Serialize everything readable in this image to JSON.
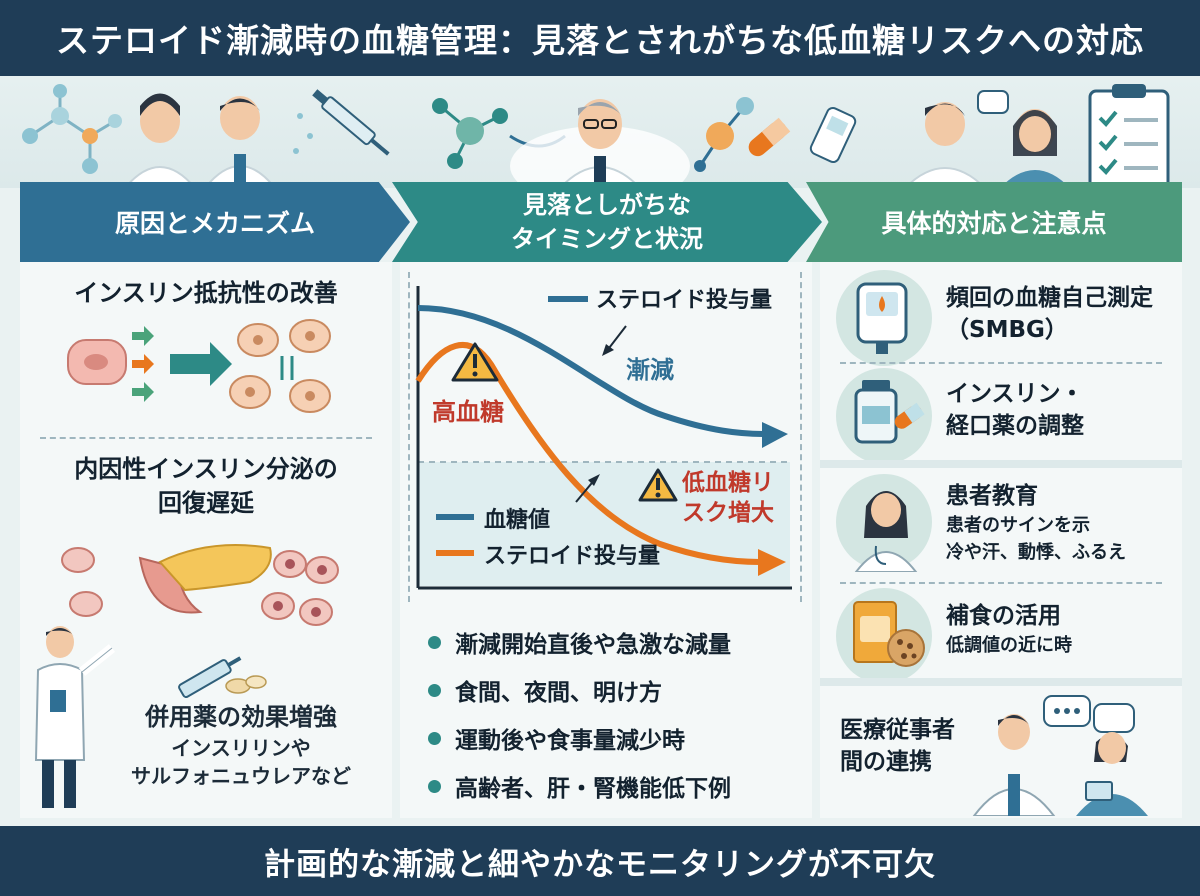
{
  "title": "ステロイド漸減時の血糖管理：見落とされがちな低血糖リスクへの対応",
  "footer": "計画的な漸減と細やかなモニタリングが不可欠",
  "columns": {
    "left": {
      "banner": "原因とメカニズム",
      "sections": [
        {
          "title": "インスリン抵抗性の改善"
        },
        {
          "title_line1": "内因性インスリン分泌の",
          "title_line2": "回復遅延"
        },
        {
          "title": "併用薬の効果増強",
          "sub_line1": "インスリリンや",
          "sub_line2": "サルフォニュウレアなど"
        }
      ]
    },
    "middle": {
      "banner_line1": "見落としがちな",
      "banner_line2": "タイミングと状況",
      "chart": {
        "legend_top": "ステロイド投与量",
        "label_taper": "漸減",
        "label_high": "高血糖",
        "label_low_line1": "低血糖リ",
        "label_low_line2": "スク増大",
        "legend_glucose": "血糖値",
        "legend_steroid": "ステロイド投与量"
      },
      "bullets": [
        "漸減開始直後や急激な減量",
        "食間、夜間、明け方",
        "運動後や食事量減少時",
        "高齢者、肝・腎機能低下例"
      ]
    },
    "right": {
      "banner": "具体的対応と注意点",
      "items": [
        {
          "title_line1": "頻回の血糖自己測定",
          "title_line2": "（SMBG）"
        },
        {
          "title_line1": "インスリン・",
          "title_line2": "経口薬の調整"
        },
        {
          "title": "患者教育",
          "sub_line1": "患者のサインを示",
          "sub_line2": "冷や汗、動悸、ふるえ"
        },
        {
          "title": "補食の活用",
          "sub": "低調値の近に時"
        },
        {
          "title_line1": "医療従事者",
          "title_line2": "間の連携"
        }
      ]
    }
  },
  "colors": {
    "navy": "#1f3d57",
    "blue": "#2f6f94",
    "teal": "#2d8a86",
    "green": "#4c9a7c",
    "orange": "#e8771e",
    "red": "#c0392b"
  }
}
